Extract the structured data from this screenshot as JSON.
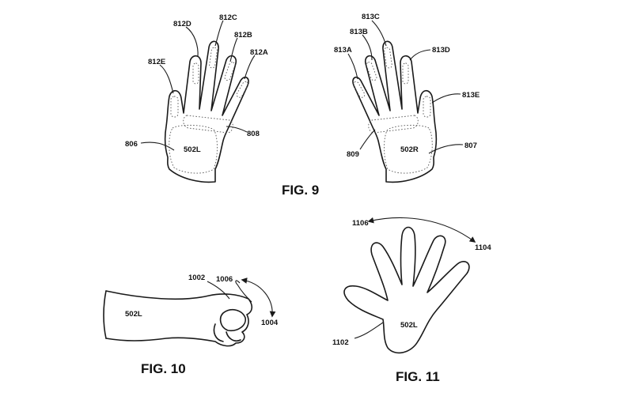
{
  "figures": {
    "fig9": {
      "caption": "FIG. 9",
      "left_hand": {
        "region": "502L",
        "refs": {
          "a": "812A",
          "b": "812B",
          "c": "812C",
          "d": "812D",
          "e": "812E",
          "palm_pad": "808",
          "heel": "806"
        }
      },
      "right_hand": {
        "region": "502R",
        "refs": {
          "a": "813A",
          "b": "813B",
          "c": "813C",
          "d": "813D",
          "e": "813E",
          "palm_pad": "809",
          "heel": "807"
        }
      }
    },
    "fig10": {
      "caption": "FIG. 10",
      "region": "502L",
      "refs": {
        "fist": "1002",
        "motion": "1004",
        "direction": "1006"
      }
    },
    "fig11": {
      "caption": "FIG. 11",
      "region": "502L",
      "refs": {
        "hand": "1102",
        "motion": "1104",
        "direction": "1106"
      }
    }
  },
  "colors": {
    "line": "#1a1a1a",
    "dashed_pad": "#555555",
    "background": "#ffffff"
  }
}
